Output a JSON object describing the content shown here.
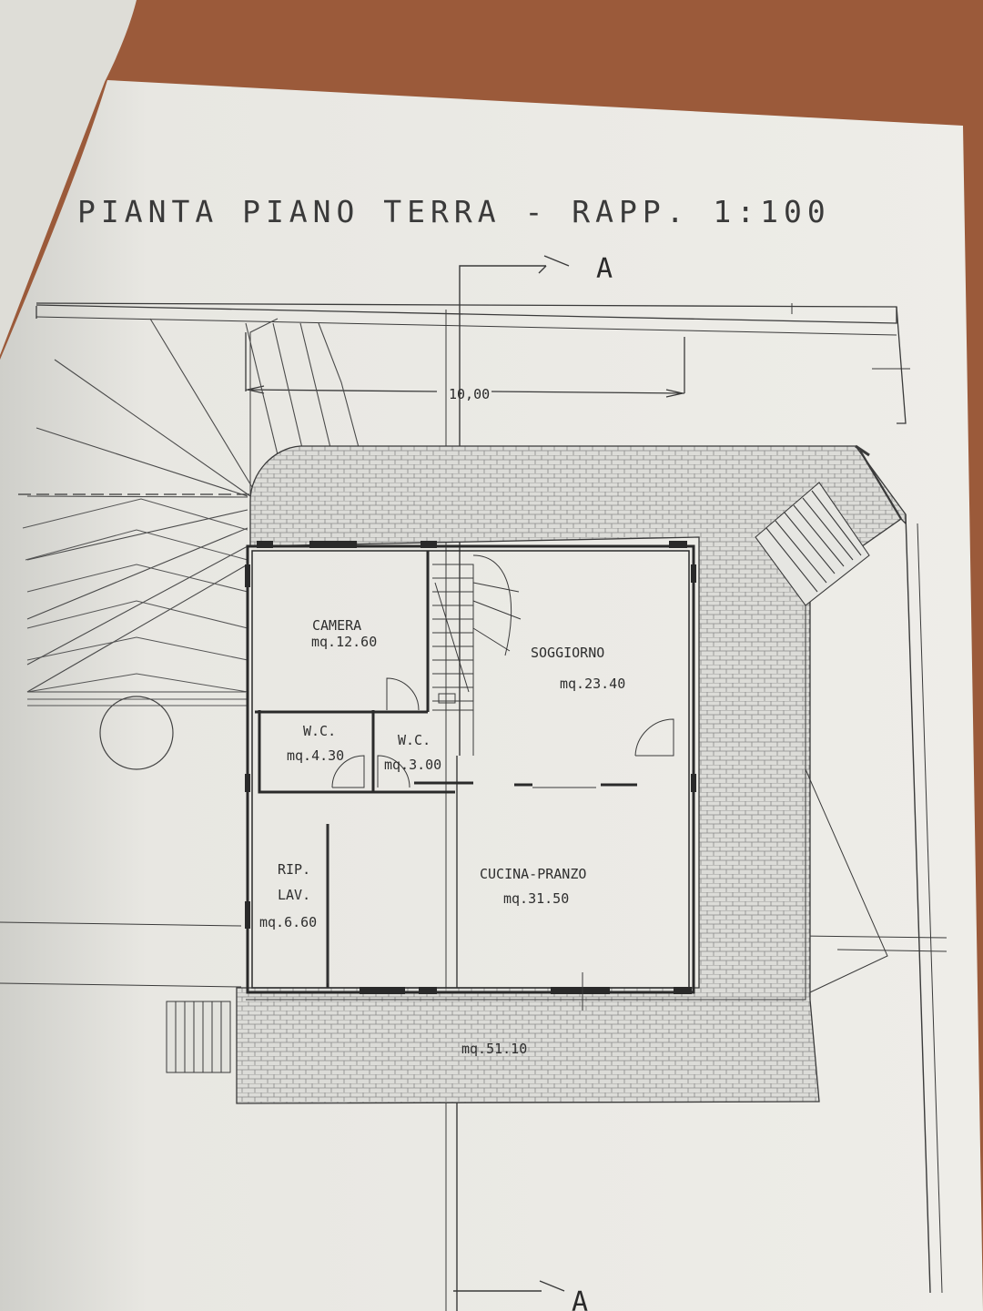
{
  "plan": {
    "title": "PIANTA PIANO TERRA - RAPP. 1:100",
    "section_marker_top": "A",
    "section_marker_bottom": "A",
    "dimension_label": "10,00",
    "rooms": [
      {
        "name": "CAMERA",
        "area": "mq.12.60"
      },
      {
        "name": "SOGGIORNO",
        "area": "mq.23.40"
      },
      {
        "name": "W.C.",
        "area": "mq.4.30"
      },
      {
        "name": "W.C.",
        "area": "mq.3.00"
      },
      {
        "name": "RIP.",
        "name2": "LAV.",
        "area": "mq.6.60"
      },
      {
        "name": "CUCINA-PRANZO",
        "area": "mq.31.50"
      }
    ],
    "terrace_area": "mq.51.10"
  },
  "colors": {
    "table": "#9b5a3a",
    "paper": "#e9e8e3",
    "ink": "#2a2a2a",
    "hatch": "#6a6a6a"
  }
}
